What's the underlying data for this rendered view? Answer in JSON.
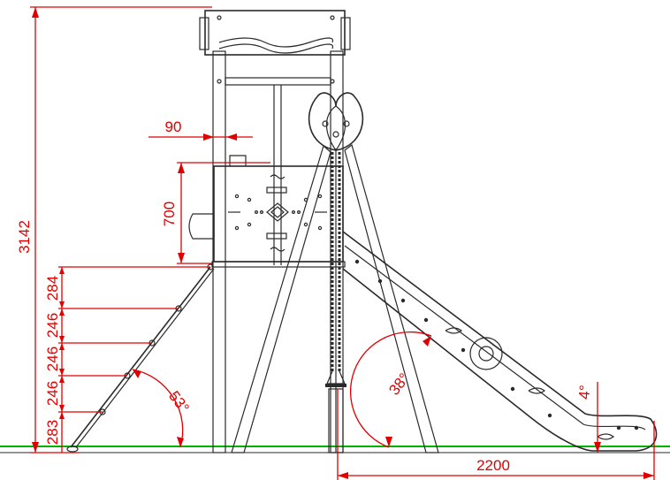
{
  "dimensions": {
    "total_height": "3142",
    "post_offset": "90",
    "deck_height": "700",
    "slide_length": "2200",
    "rung_spacings": [
      "284",
      "246",
      "246",
      "246",
      "283"
    ]
  },
  "angles": {
    "ladder_angle": "53°",
    "swing_frame_angle": "38°",
    "slide_exit_angle": "4°"
  },
  "colors": {
    "dimension": "#e00000",
    "ground": "#00b400",
    "drawing": "#2a2a2a"
  }
}
